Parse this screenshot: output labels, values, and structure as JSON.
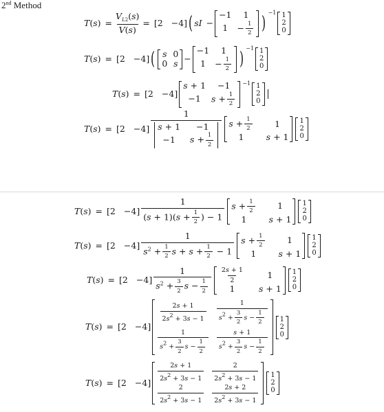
{
  "heading": {
    "ordinal": "2",
    "sup": "nd",
    "rest": " Method"
  },
  "sym": {
    "T": "T",
    "V": "V",
    "VL": "V",
    "L": "L",
    "two": "2",
    "s": "s",
    "I": "I",
    "eq": "=",
    "minus": "−",
    "plus": "+",
    "lp": "(",
    "rp": ")",
    "inv": "−1",
    "one": "1",
    "zero": "0",
    "neg1": "−1",
    "neg4": "−4",
    "sq": "2"
  },
  "row_vector": [
    "2",
    "−4"
  ],
  "column_vector": [
    "1",
    "2",
    "0"
  ]
}
